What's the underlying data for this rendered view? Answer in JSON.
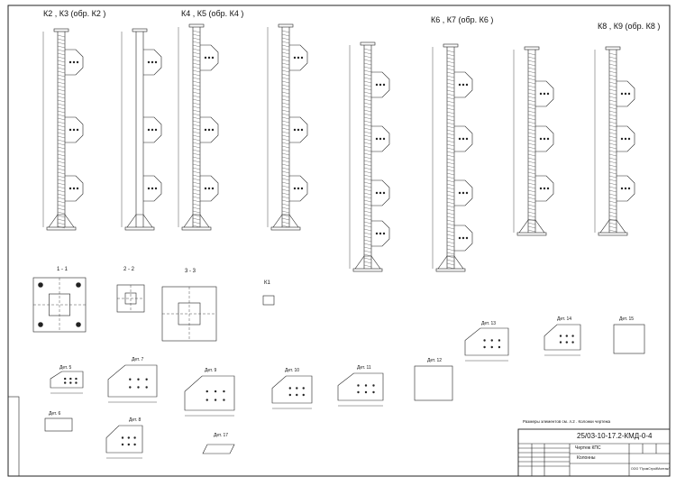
{
  "column_groups": [
    {
      "title": "К2 , К3 (обр. К2 )"
    },
    {
      "title": "К4 , К5 (обр. К4 )"
    },
    {
      "title": "К6 , К7 (обр. К6 )"
    },
    {
      "title": "К8 , К9 (обр. К8 )"
    }
  ],
  "sections": [
    "1 - 1",
    "2 - 2",
    "3 - 3",
    "К1"
  ],
  "details": [
    "Дет. 13",
    "Дет. 14",
    "Дет. 15",
    "Дет. 7",
    "Дет. 9",
    "Дет. 10",
    "Дет. 11",
    "Дет. 12",
    "Дет. 5",
    "Дет. 6",
    "Дет. 8",
    "Дет. 17"
  ],
  "note": "Размеры элементов см. л.2 . Колонки чертежа",
  "title_block": {
    "code": "25/03-10-17.2-КМД-0-4",
    "sheet_label": "Чертеж КПС",
    "drawing_name": "Колонны",
    "company": "ООО \"ПромСтройМонтаж\""
  }
}
